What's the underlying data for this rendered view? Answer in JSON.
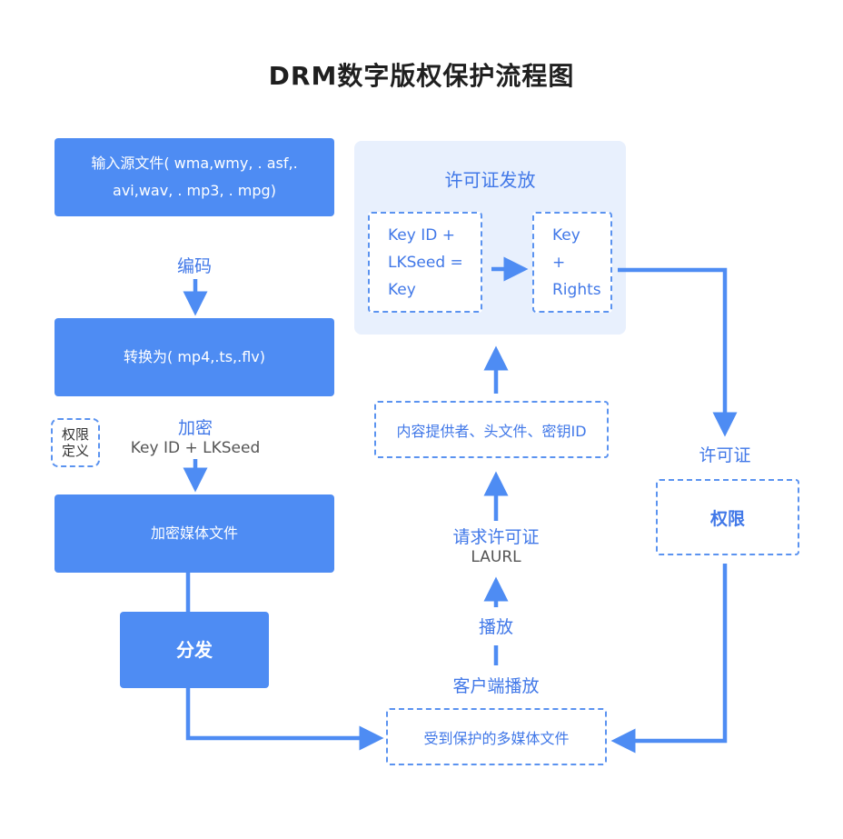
{
  "title": "DRM数字版权保护流程图",
  "left": {
    "input_file": {
      "line1": "输入源文件( wma,wmy, . asf,.",
      "line2": "avi,wav, . mp3, . mpg)"
    },
    "encode_label": "编码",
    "convert": "转换为( mp4,.ts,.flv)",
    "encrypt_label": "加密",
    "encrypt_sub": "Key ID + LKSeed",
    "rights_def": {
      "line1": "权限",
      "line2": "定义"
    },
    "encrypted_media": "加密媒体文件",
    "distribute": "分发"
  },
  "license_panel": {
    "title": "许可证发放",
    "key_box": {
      "line1": "Key ID +",
      "line2": "LKSeed =",
      "line3": "Key"
    },
    "rights_box": {
      "line1": "Key",
      "line2": "+",
      "line3": "Rights"
    }
  },
  "middle": {
    "provider": "内容提供者、头文件、密钥ID",
    "request_label": "请求许可证",
    "request_sub": "LAURL",
    "play_label": "播放",
    "client_label": "客户端播放",
    "protected_media": "受到保护的多媒体文件"
  },
  "right": {
    "license_label": "许可证",
    "rights": "权限"
  }
}
